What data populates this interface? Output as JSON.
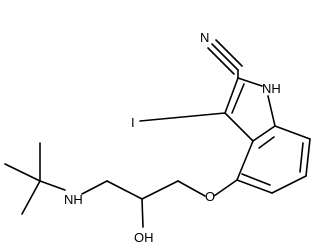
{
  "structure": {
    "atom_labels": {
      "nitrile_n": "N",
      "indole_nh": "NH",
      "iodo": "I",
      "ether_o": "O",
      "amine_nh": "NH",
      "hydroxyl": "OH"
    },
    "line_color": "#000000",
    "background": "#ffffff"
  }
}
